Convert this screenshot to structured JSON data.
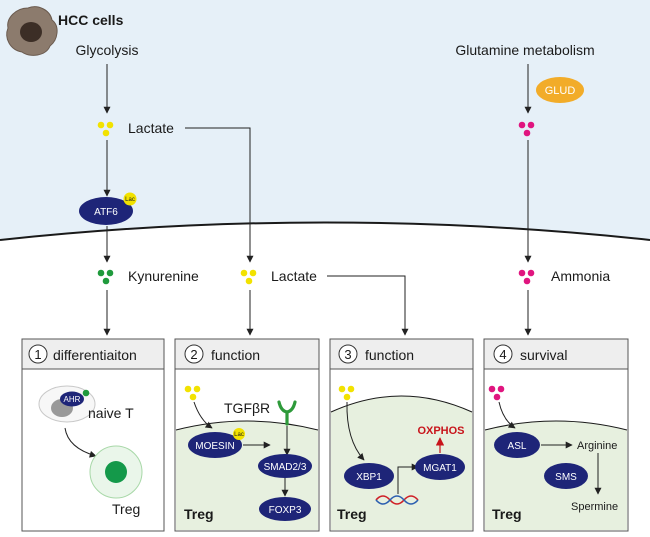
{
  "hcc": {
    "title": "HCC cells",
    "glycolysis": "Glycolysis",
    "glutamine": "Glutamine metabolism",
    "glud": "GLUD",
    "lactate_top": "Lactate",
    "atf6": "ATF6",
    "lac_tag": "Lac"
  },
  "tme": {
    "kynurenine": "Kynurenine",
    "lactate": "Lactate",
    "ammonia": "Ammonia"
  },
  "panels": [
    {
      "num": "1",
      "title": "differentiaiton",
      "ahr": "AHR",
      "naive": "naive T",
      "treg": "Treg"
    },
    {
      "num": "2",
      "title": "function",
      "tgfbr": "TGFβR",
      "moesin": "MOESIN",
      "lac": "Lac",
      "smad": "SMAD2/3",
      "foxp3": "FOXP3",
      "treg": "Treg"
    },
    {
      "num": "3",
      "title": "function",
      "xbp1": "XBP1",
      "mgat1": "MGAT1",
      "oxphos": "OXPHOS",
      "treg": "Treg"
    },
    {
      "num": "4",
      "title": "survival",
      "asl": "ASL",
      "arginine": "Arginine",
      "sms": "SMS",
      "spermine": "Spermine",
      "treg": "Treg"
    }
  ],
  "colors": {
    "hcc_bg": "#e6f0f8",
    "panel_bg": "#e7f0df",
    "header_bg": "#eeeeee",
    "navy": "#1e2578",
    "lactate_dot": "#f2e200",
    "kyn_dot": "#1f9a3c",
    "amm_dot": "#e0157f",
    "glud": "#f2ac29",
    "tgfbr": "#2e9a3a",
    "oxphos": "#c8141b",
    "dna_red": "#d01f26",
    "dna_blue": "#2c5fb0"
  }
}
